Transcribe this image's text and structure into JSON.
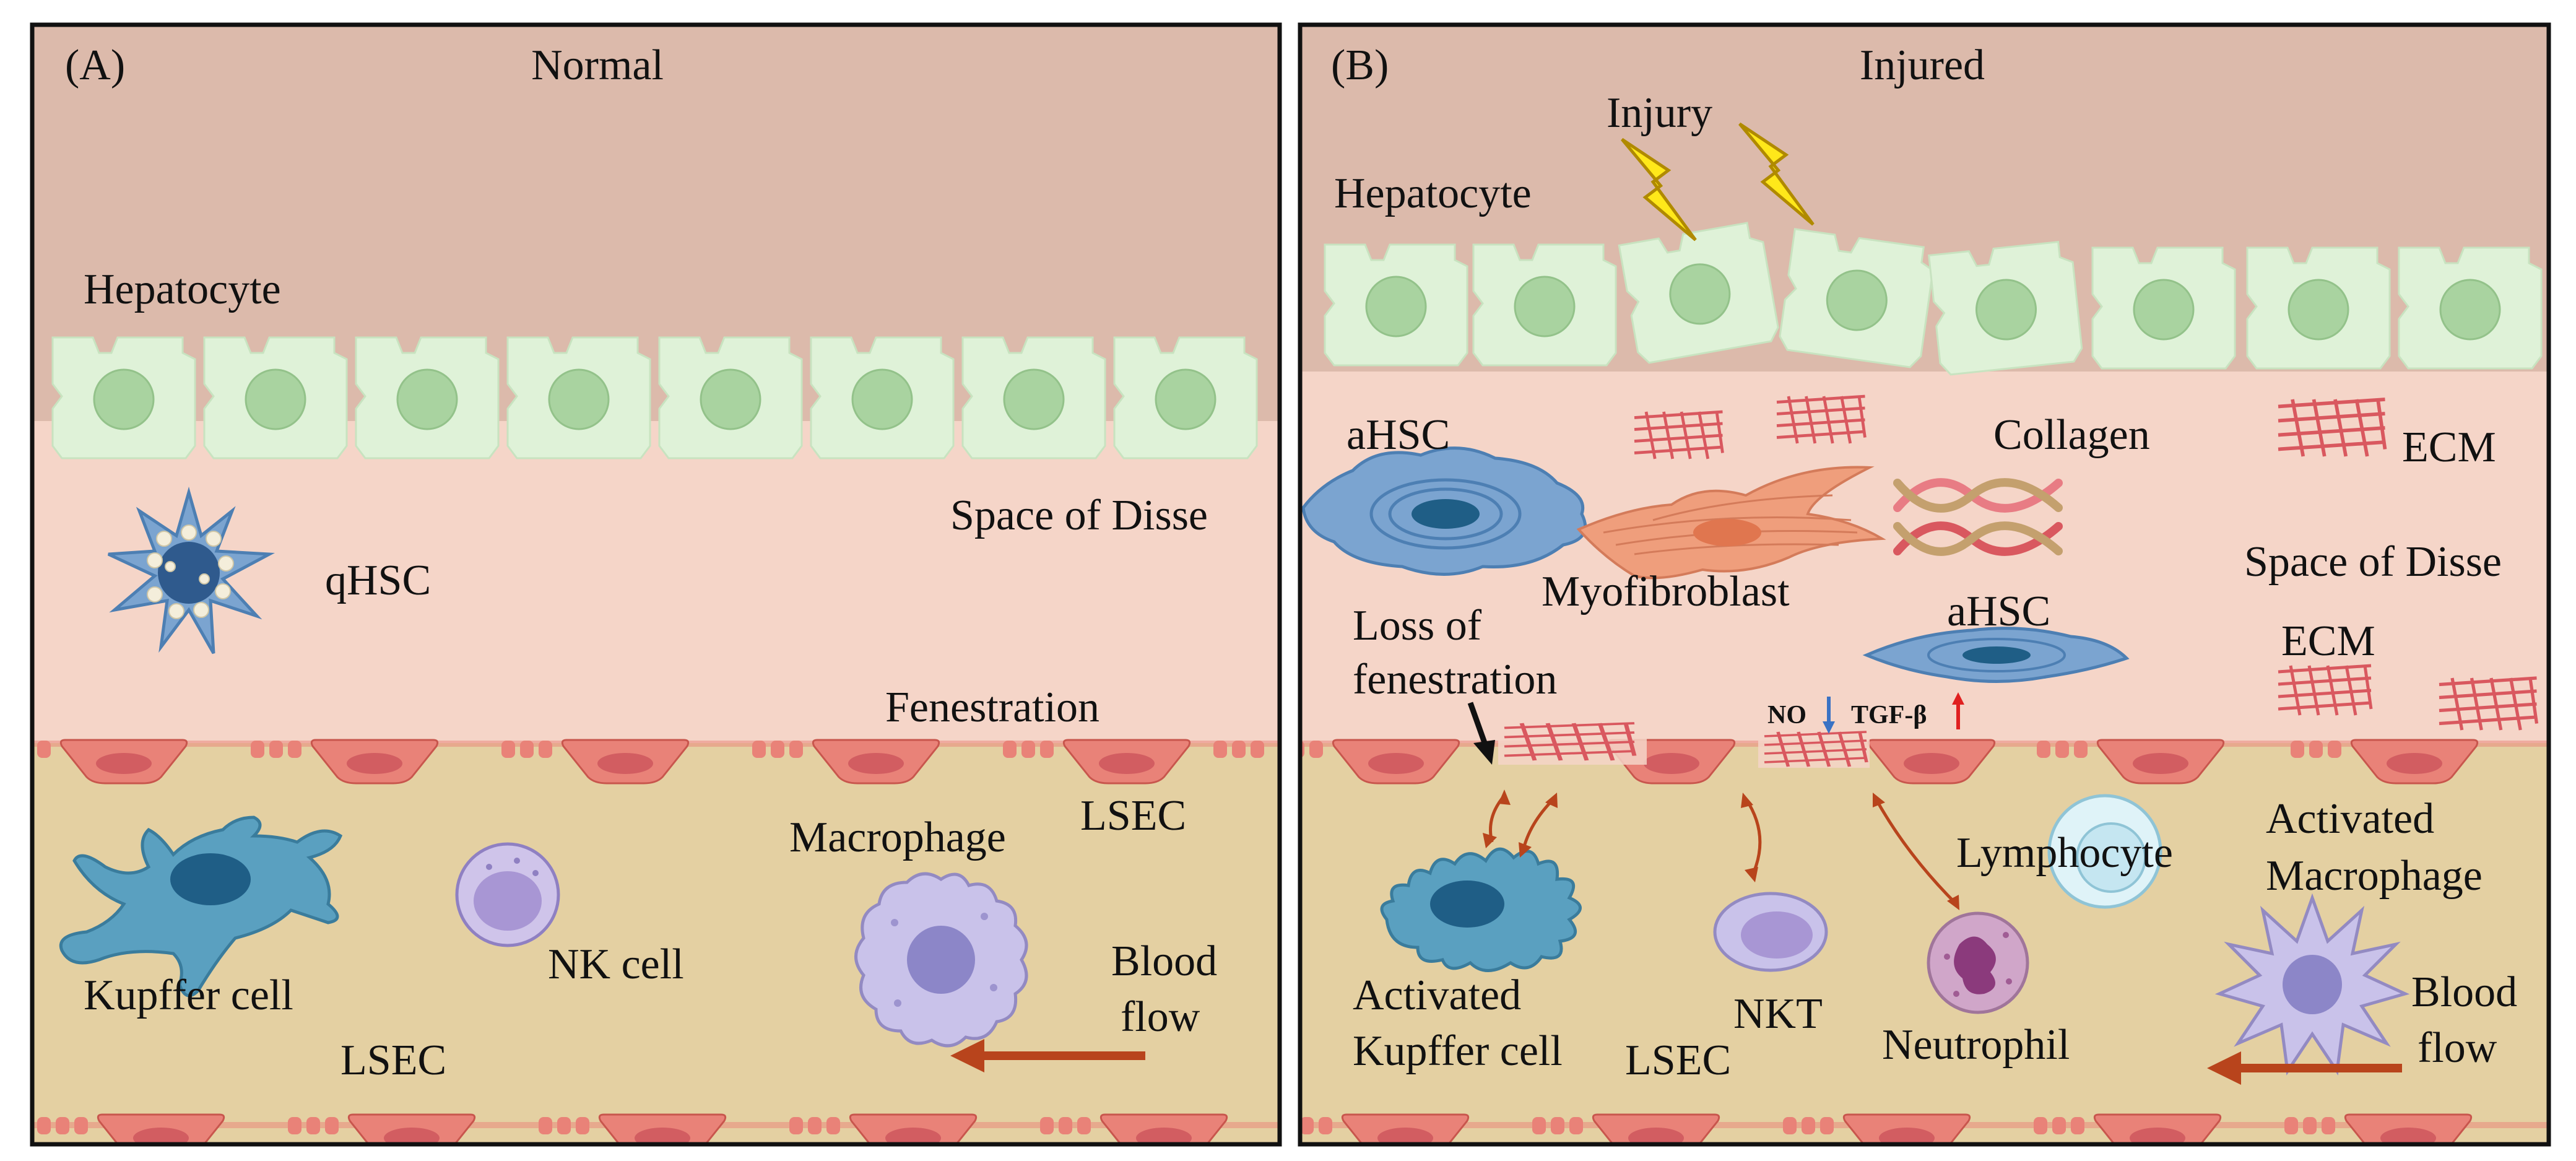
{
  "panel_a": {
    "letter": "(A)",
    "title": "Normal",
    "labels": {
      "hepatocyte": "Hepatocyte",
      "space_of_disse": "Space of Disse",
      "qhsc": "qHSC",
      "fenestration": "Fenestration",
      "kupffer_cell": "Kupffer cell",
      "nk_cell": "NK cell",
      "macrophage": "Macrophage",
      "lsec_top": "LSEC",
      "lsec_bottom": "LSEC",
      "blood_flow_1": "Blood",
      "blood_flow_2": "flow"
    }
  },
  "panel_b": {
    "letter": "(B)",
    "title": "Injured",
    "labels": {
      "injury": "Injury",
      "hepatocyte": "Hepatocyte",
      "ahsc_left": "aHSC",
      "collagen": "Collagen",
      "ecm_top": "ECM",
      "myofibroblast": "Myofibroblast",
      "space_of_disse": "Space of Disse",
      "loss_1": "Loss of",
      "loss_2": "fenestration",
      "ahsc_mid": "aHSC",
      "ecm_mid": "ECM",
      "no": "NO",
      "tgf": "TGF-β",
      "lymphocyte": "Lymphocyte",
      "activated_macrophage_1": "Activated",
      "activated_macrophage_2": "Macrophage",
      "activated_kupffer_1": "Activated",
      "activated_kupffer_2": "Kupffer cell",
      "nkt": "NKT",
      "lsec": "LSEC",
      "neutrophil": "Neutrophil",
      "blood_flow_1": "Blood",
      "blood_flow_2": "flow"
    }
  },
  "colors": {
    "hepatocyte_zone": "#dcbaab",
    "disse_space": "#f5d5c8",
    "blood_zone": "#e4d0a2",
    "hepatocyte_cell": "#dff2d8",
    "hepatocyte_nucleus": "#a9d3a0",
    "lsec_cell": "#e98278",
    "kupffer": "#5aa0c0",
    "nk_cell": "#b7aadb",
    "hsc": "#7ba4d0",
    "myofibroblast": "#ef9e7c",
    "collagen": "#d9585f",
    "flow_arrow": "#b8441c",
    "injury_bolt": "#ffe81a"
  }
}
